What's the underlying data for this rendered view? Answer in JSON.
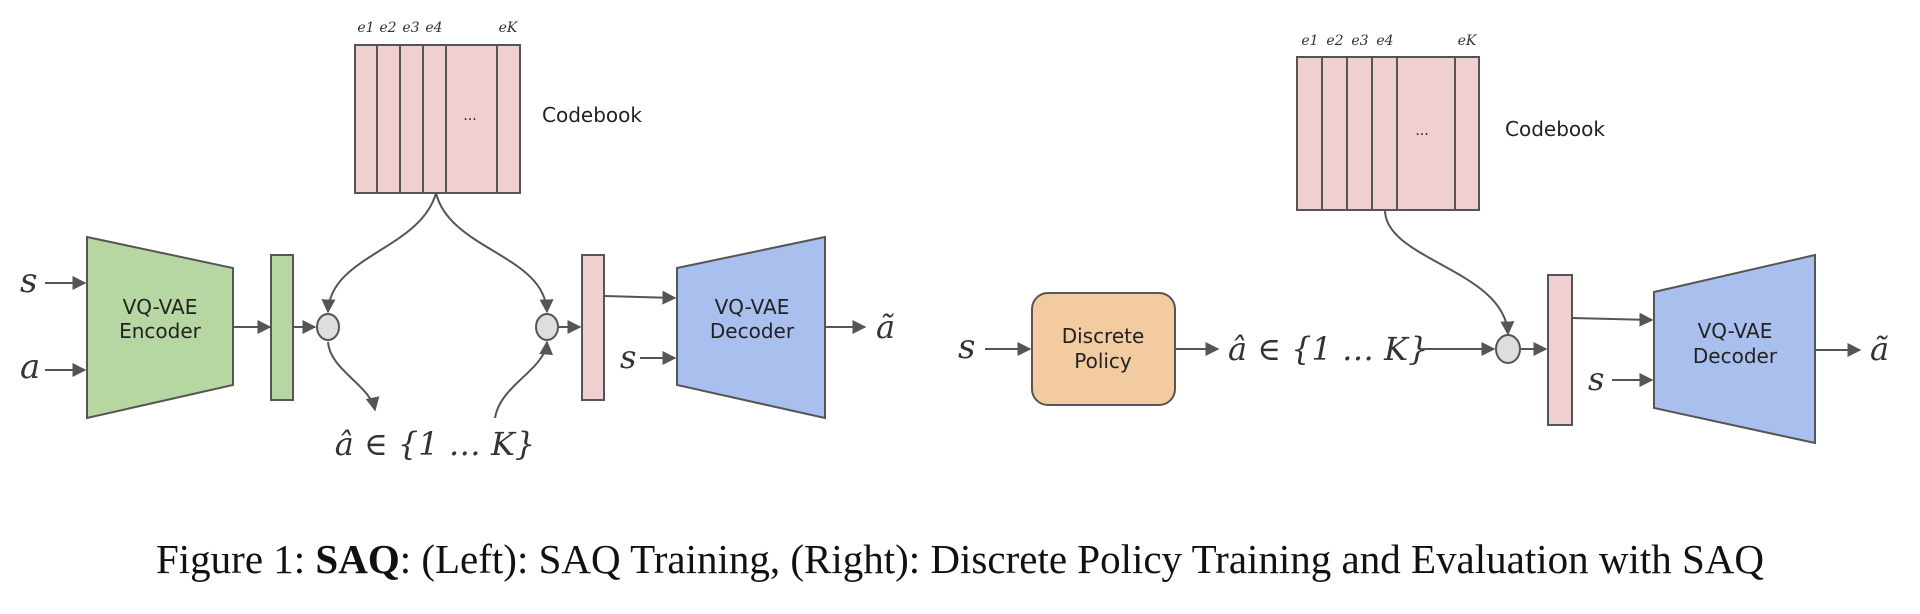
{
  "left_panel": {
    "input_s": "s",
    "input_a": "a",
    "encoder_line1": "VQ-VAE",
    "encoder_line2": "Encoder",
    "codebook_label": "Codebook",
    "codebook_cols": [
      "e1",
      "e2",
      "e3",
      "e4",
      "eK"
    ],
    "codebook_ellipsis": "...",
    "decoder_line1": "VQ-VAE",
    "decoder_line2": "Decoder",
    "decoder_s": "s",
    "output": "ã",
    "index_label": "â ∈ {1 … K}"
  },
  "right_panel": {
    "input_s": "s",
    "policy_line1": "Discrete",
    "policy_line2": "Policy",
    "index_label": "â ∈ {1 … K}",
    "codebook_label": "Codebook",
    "codebook_cols": [
      "e1",
      "e2",
      "e3",
      "e4",
      "eK"
    ],
    "codebook_ellipsis": "...",
    "decoder_line1": "VQ-VAE",
    "decoder_line2": "Decoder",
    "decoder_s": "s",
    "output": "ã"
  },
  "caption": {
    "prefix": "Figure 1: ",
    "bold": "SAQ",
    "rest": ": (Left): SAQ Training, (Right): Discrete Policy Training and Evaluation with SAQ"
  },
  "colors": {
    "encoder": "#b6d6a2",
    "decoder": "#a9bfee",
    "codebook": "#f0cfd0",
    "policy": "#f3cba0",
    "stroke": "#555555"
  }
}
